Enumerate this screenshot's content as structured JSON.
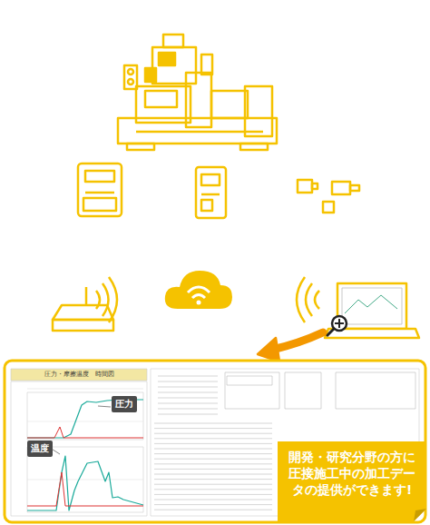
{
  "diagram": {
    "nodes": [
      {
        "text": [
          "圧力"
        ]
      },
      {
        "text": [
          "温度"
        ]
      },
      {
        "text": [
          "開発・研究分野の方に圧接施工中の加工データの提供ができます!"
        ]
      }
    ],
    "labels": [
      "圧力・摩擦温度　時間図"
    ]
  }
}
